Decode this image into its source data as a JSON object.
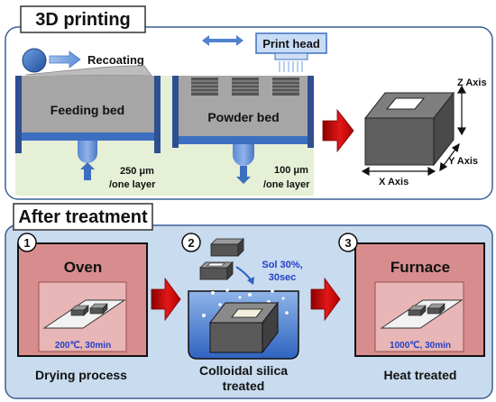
{
  "printing": {
    "title": "3D printing",
    "recoating_label": "Recoating",
    "print_head_label": "Print head",
    "feeding_bed_label": "Feeding bed",
    "powder_bed_label": "Powder bed",
    "feed_layer_value": "250 μm",
    "feed_layer_unit": "/one layer",
    "powder_layer_value": "100 μm",
    "powder_layer_unit": "/one layer",
    "z_axis": "Z Axis",
    "y_axis": "Y Axis",
    "x_axis": "X Axis"
  },
  "treatment": {
    "title": "After treatment",
    "oven": {
      "step_number": "1",
      "title": "Oven",
      "condition": "200℃, 30min",
      "caption": "Drying process"
    },
    "silica": {
      "step_number": "2",
      "condition_line1": "Sol 30%,",
      "condition_line2": "30sec",
      "caption_line1": "Colloidal silica",
      "caption_line2": "treated"
    },
    "furnace": {
      "step_number": "3",
      "title": "Furnace",
      "condition": "1000℃, 30min",
      "caption": "Heat treated"
    }
  },
  "colors": {
    "panel_fill_top": "#ffffff",
    "panel_fill_bottom": "#c9dbee",
    "panel_border": "#3a5f96",
    "bed_green": "#e6f0d6",
    "bed_blue": "#3d6fc1",
    "bed_grey": "#a6a6a6",
    "oven_fill": "#dc8f8f",
    "arrow_red": "#d61010",
    "accent_blue": "#2440c8"
  }
}
